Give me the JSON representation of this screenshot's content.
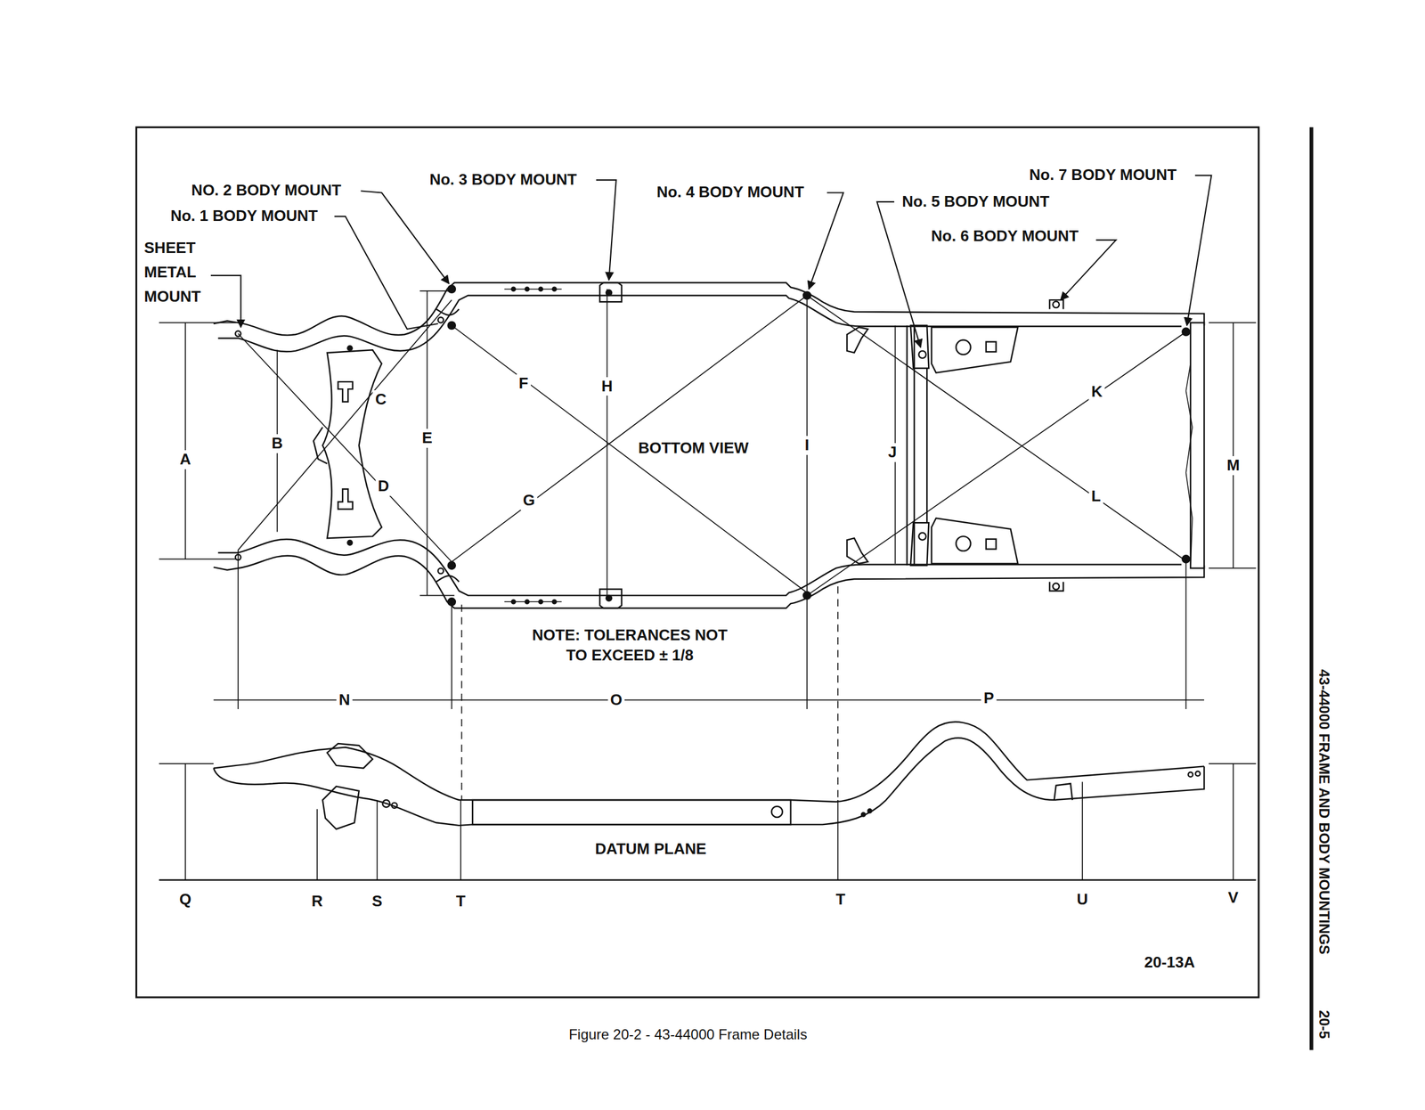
{
  "diagram": {
    "caption": "Figure 20-2 - 43-44000 Frame Details",
    "labels": [
      "NO. 2 BODY MOUNT",
      "No. 1 BODY MOUNT",
      "SHEET METAL MOUNT",
      "No. 3 BODY MOUNT",
      "No. 4 BODY MOUNT",
      "No. 5 BODY MOUNT",
      "No. 6 BODY MOUNT",
      "No. 7 BODY MOUNT",
      "A",
      "B",
      "C",
      "D",
      "E",
      "F",
      "H",
      "BOTTOM VIEW",
      "I",
      "J",
      "K",
      "G",
      "L",
      "M",
      "NOTE: TOLERANCES NOT TO EXCEED ± 1/8",
      "N",
      "O",
      "P",
      "DATUM PLANE",
      "Q",
      "R",
      "S",
      "T",
      "T",
      "U",
      "V",
      "20-13A",
      "43-44000 FRAME AND BODY MOUNTINGS",
      "20-5"
    ]
  }
}
